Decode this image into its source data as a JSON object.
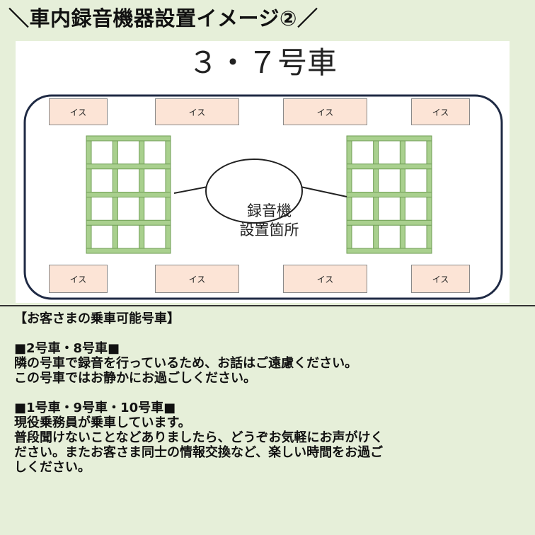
{
  "header": {
    "title": "＼車内録音機器設置イメージ②／"
  },
  "diagram": {
    "car_title": "３・７号車",
    "seat_label": "イス",
    "callout": {
      "line1": "録音機",
      "line2": "設置箇所"
    },
    "colors": {
      "seat_fill": "#fce4d6",
      "rack": "#a9d08e",
      "rack_stroke": "#6f9d54",
      "car_outline": "#1f2a44",
      "background": "#e6efd9"
    }
  },
  "notice": {
    "heading": "【お客さまの乗車可能号車】",
    "section1": {
      "title": "■2号車・8号車■",
      "lines": [
        "隣の号車で録音を行っているため、お話はご遠慮ください。",
        "この号車ではお静かにお過ごしください。"
      ]
    },
    "section2": {
      "title": "■1号車・9号車・10号車■",
      "lines": [
        "現役乗務員が乗車しています。",
        "普段聞けないことなどありましたら、どうぞお気軽にお声がけく",
        "ださい。またお客さま同士の情報交換など、楽しい時間をお過ご",
        "しください。"
      ]
    }
  }
}
